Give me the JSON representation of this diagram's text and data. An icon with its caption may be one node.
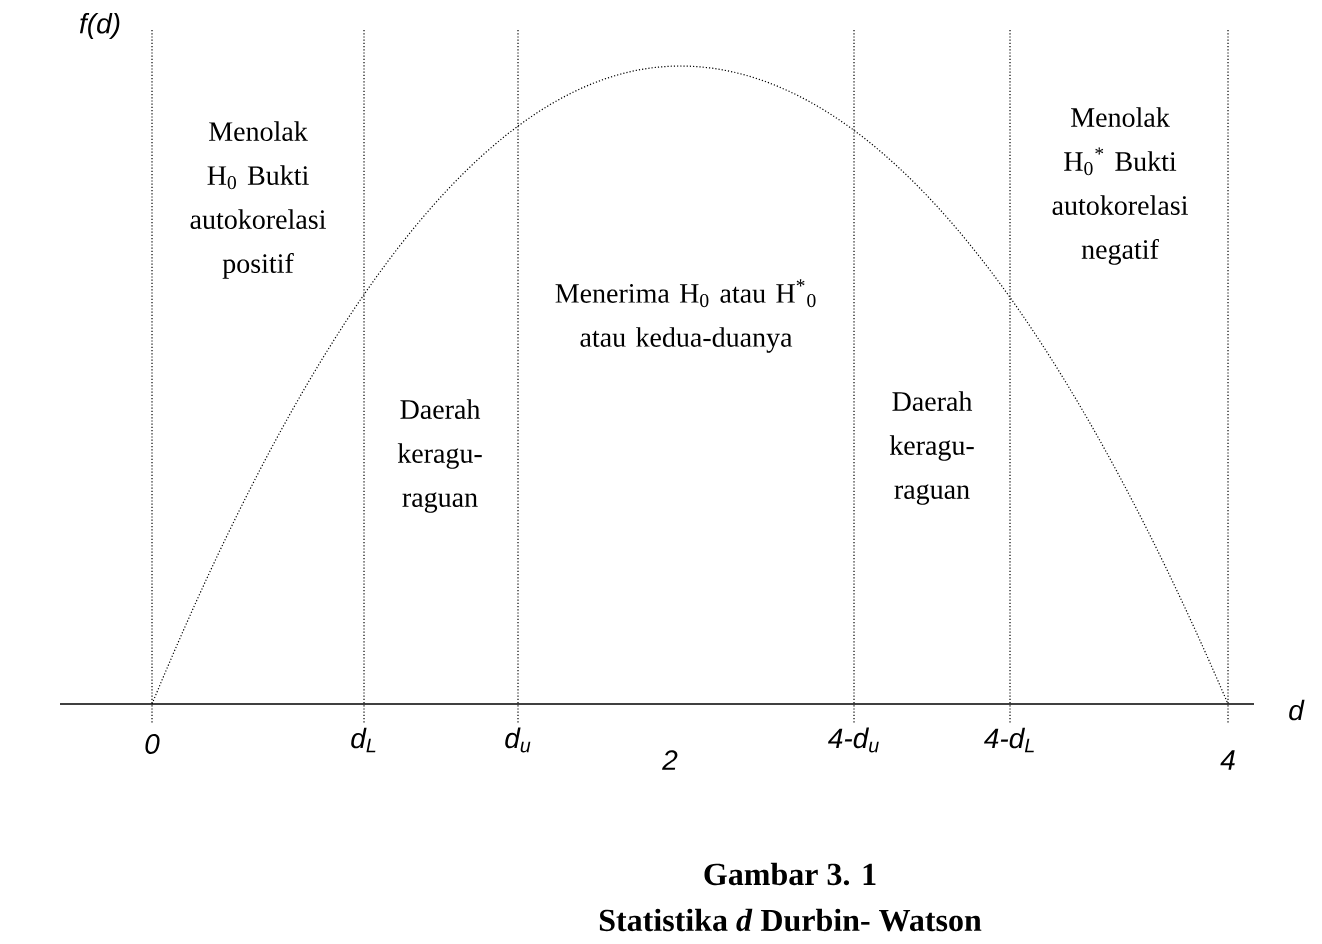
{
  "diagram": {
    "title": "Gambar 3. 1",
    "caption": "Statistika *d* Durbin- Watson",
    "labels": [
      "f(d)",
      "Menolak H$_{0}$ Bukti autokorelasi positif",
      "Daerah keragu-raguan",
      "Menerima H$_{0}$ atau H$^{*}$$_{0}$ atau kedua-duanya",
      "Daerah keragu-raguan",
      "Menolak H$_{0}$$^{*}$ Bukti autokorelasi negatif",
      "d",
      "0",
      "d$_{L}$",
      "d$_{u}$",
      "2",
      "4-d$_{u}$",
      "4-d$_{L}$",
      "4"
    ]
  }
}
